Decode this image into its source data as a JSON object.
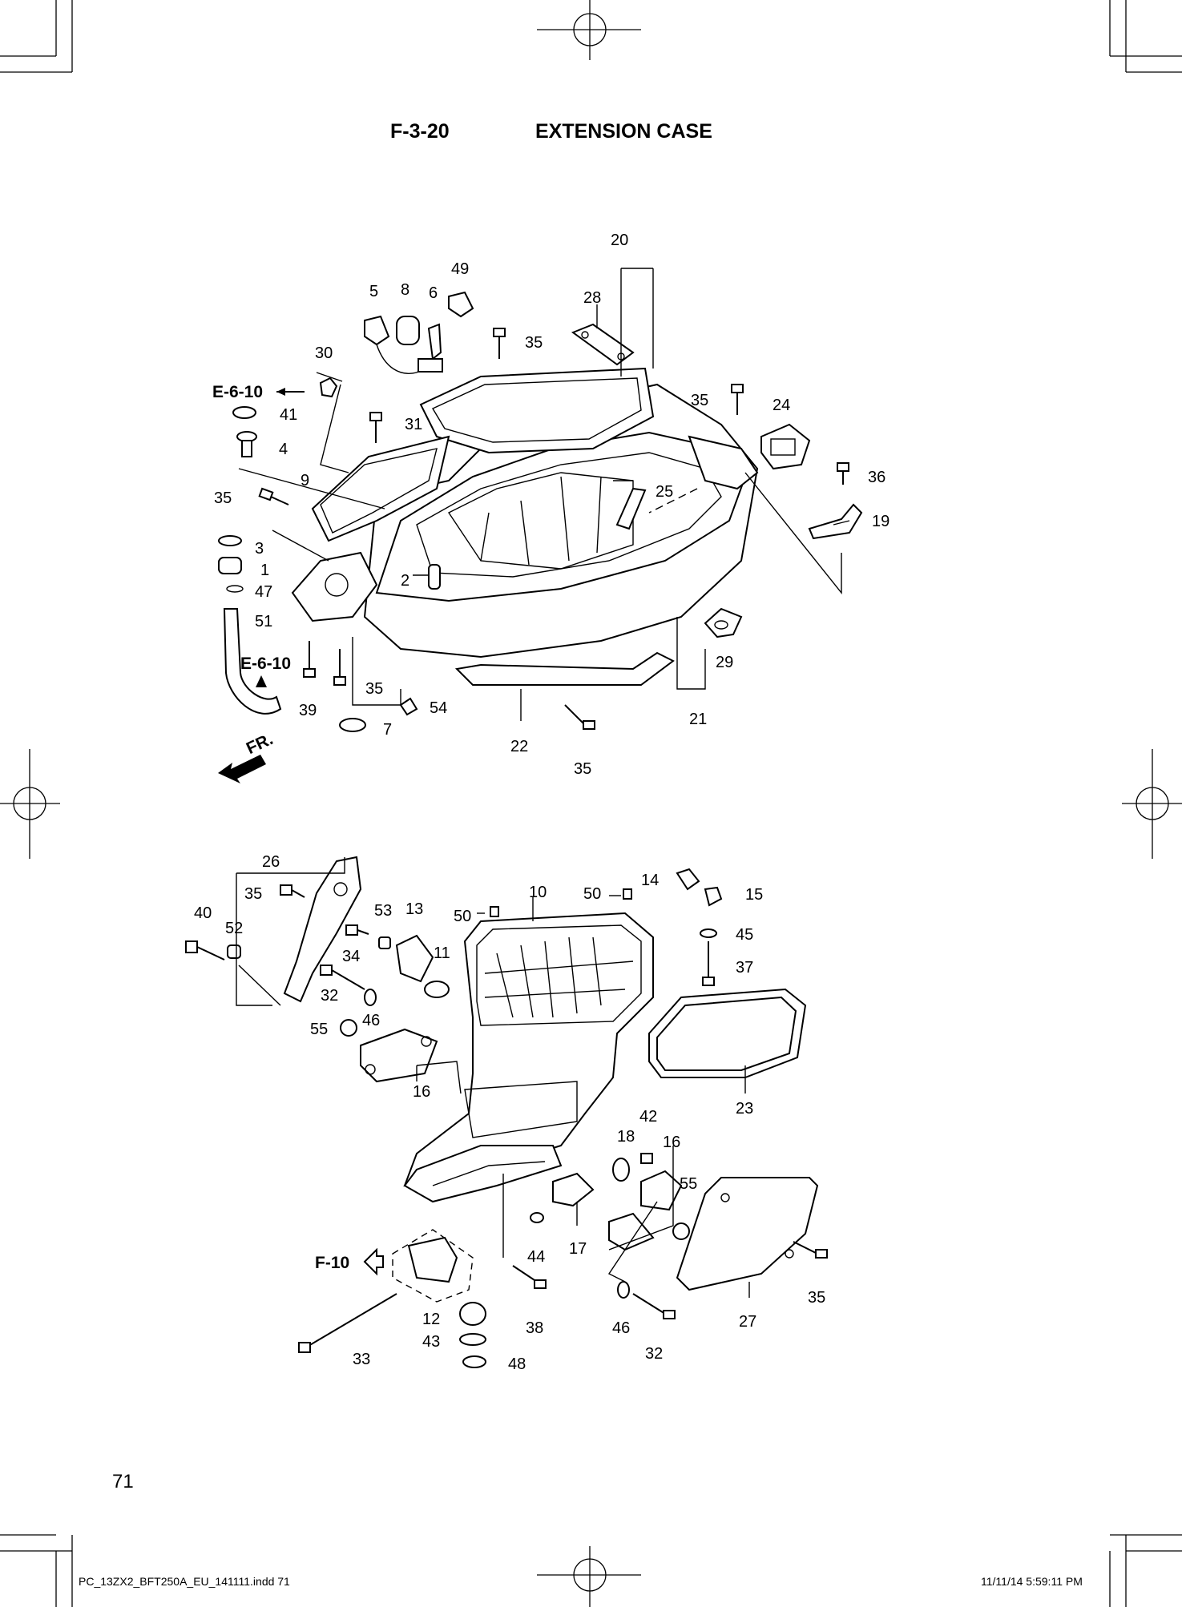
{
  "header": {
    "section_code": "F-3-20",
    "section_title": "EXTENSION CASE"
  },
  "page_number": "71",
  "footer": {
    "file_name": "PC_13ZX2_BFT250A_EU_141111.indd   71",
    "timestamp": "11/11/14   5:59:11 PM"
  },
  "references": {
    "e6_10": "E-6-10",
    "f_10": "F-10",
    "front": "FR."
  },
  "callouts_upper": [
    "20",
    "49",
    "5",
    "8",
    "6",
    "28",
    "35",
    "30",
    "35",
    "24",
    "41",
    "31",
    "4",
    "36",
    "9",
    "35",
    "25",
    "19",
    "3",
    "1",
    "2",
    "47",
    "51",
    "29",
    "35",
    "39",
    "54",
    "7",
    "22",
    "21",
    "35"
  ],
  "callouts_lower": [
    "26",
    "35",
    "14",
    "10",
    "50",
    "50",
    "15",
    "40",
    "53",
    "13",
    "52",
    "45",
    "34",
    "11",
    "37",
    "32",
    "46",
    "55",
    "23",
    "16",
    "42",
    "18",
    "16",
    "55",
    "17",
    "44",
    "38",
    "46",
    "32",
    "27",
    "35",
    "12",
    "43",
    "48",
    "33"
  ]
}
